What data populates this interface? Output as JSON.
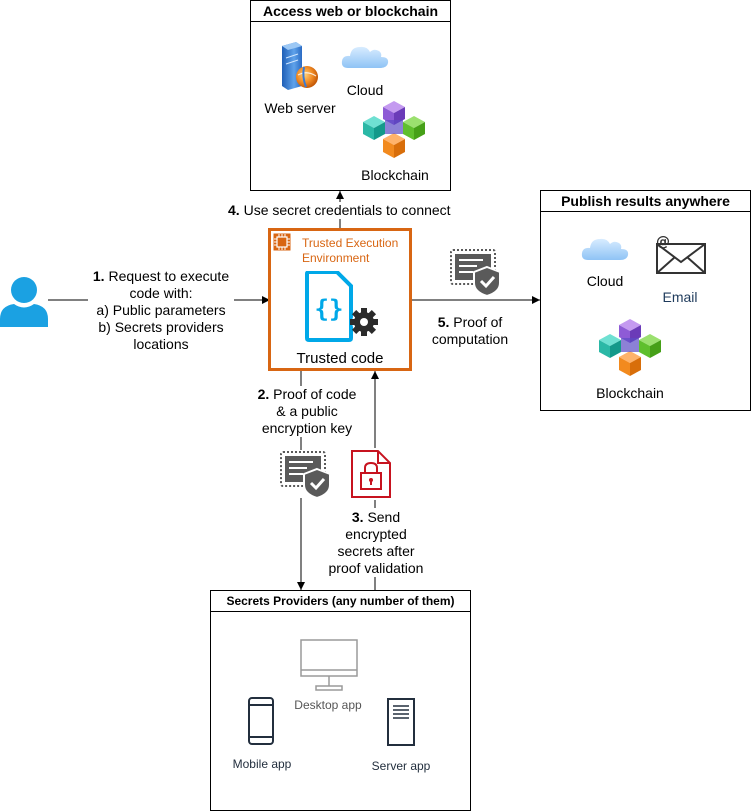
{
  "web_box": {
    "title": "Access web or blockchain",
    "web_server_label": "Web server",
    "cloud_label": "Cloud",
    "blockchain_label": "Blockchain"
  },
  "publish_box": {
    "title": "Publish results anywhere",
    "cloud_label": "Cloud",
    "email_label": "Email",
    "blockchain_label": "Blockchain"
  },
  "tee": {
    "title_line1": "Trusted Execution",
    "title_line2": "Environment",
    "code_label": "Trusted code"
  },
  "providers_box": {
    "title": "Secrets Providers (any number of them)",
    "desktop_label": "Desktop app",
    "mobile_label": "Mobile app",
    "server_label": "Server app"
  },
  "steps": {
    "s1_num": "1.",
    "s1_line1": "Request to execute",
    "s1_line2": "code with:",
    "s1_line3": "a) Public parameters",
    "s1_line4": "b) Secrets providers",
    "s1_line5": "locations",
    "s2_num": "2.",
    "s2_line1": "Proof of code",
    "s2_line2": "& a public",
    "s2_line3": "encryption key",
    "s3_num": "3.",
    "s3_line1": "Send",
    "s3_line2": "encrypted",
    "s3_line3": "secrets after",
    "s3_line4": "proof validation",
    "s4_num": "4.",
    "s4_text": "Use secret credentials to connect",
    "s5_num": "5.",
    "s5_line1": "Proof of",
    "s5_line2": "computation"
  },
  "colors": {
    "tee_orange": "#d86613",
    "user_blue": "#1ba1e2",
    "code_blue": "#00a8e8",
    "lock_red": "#c7131f",
    "cert_gray": "#5a5a5a",
    "cloud_blue": "#a8d2ff"
  }
}
